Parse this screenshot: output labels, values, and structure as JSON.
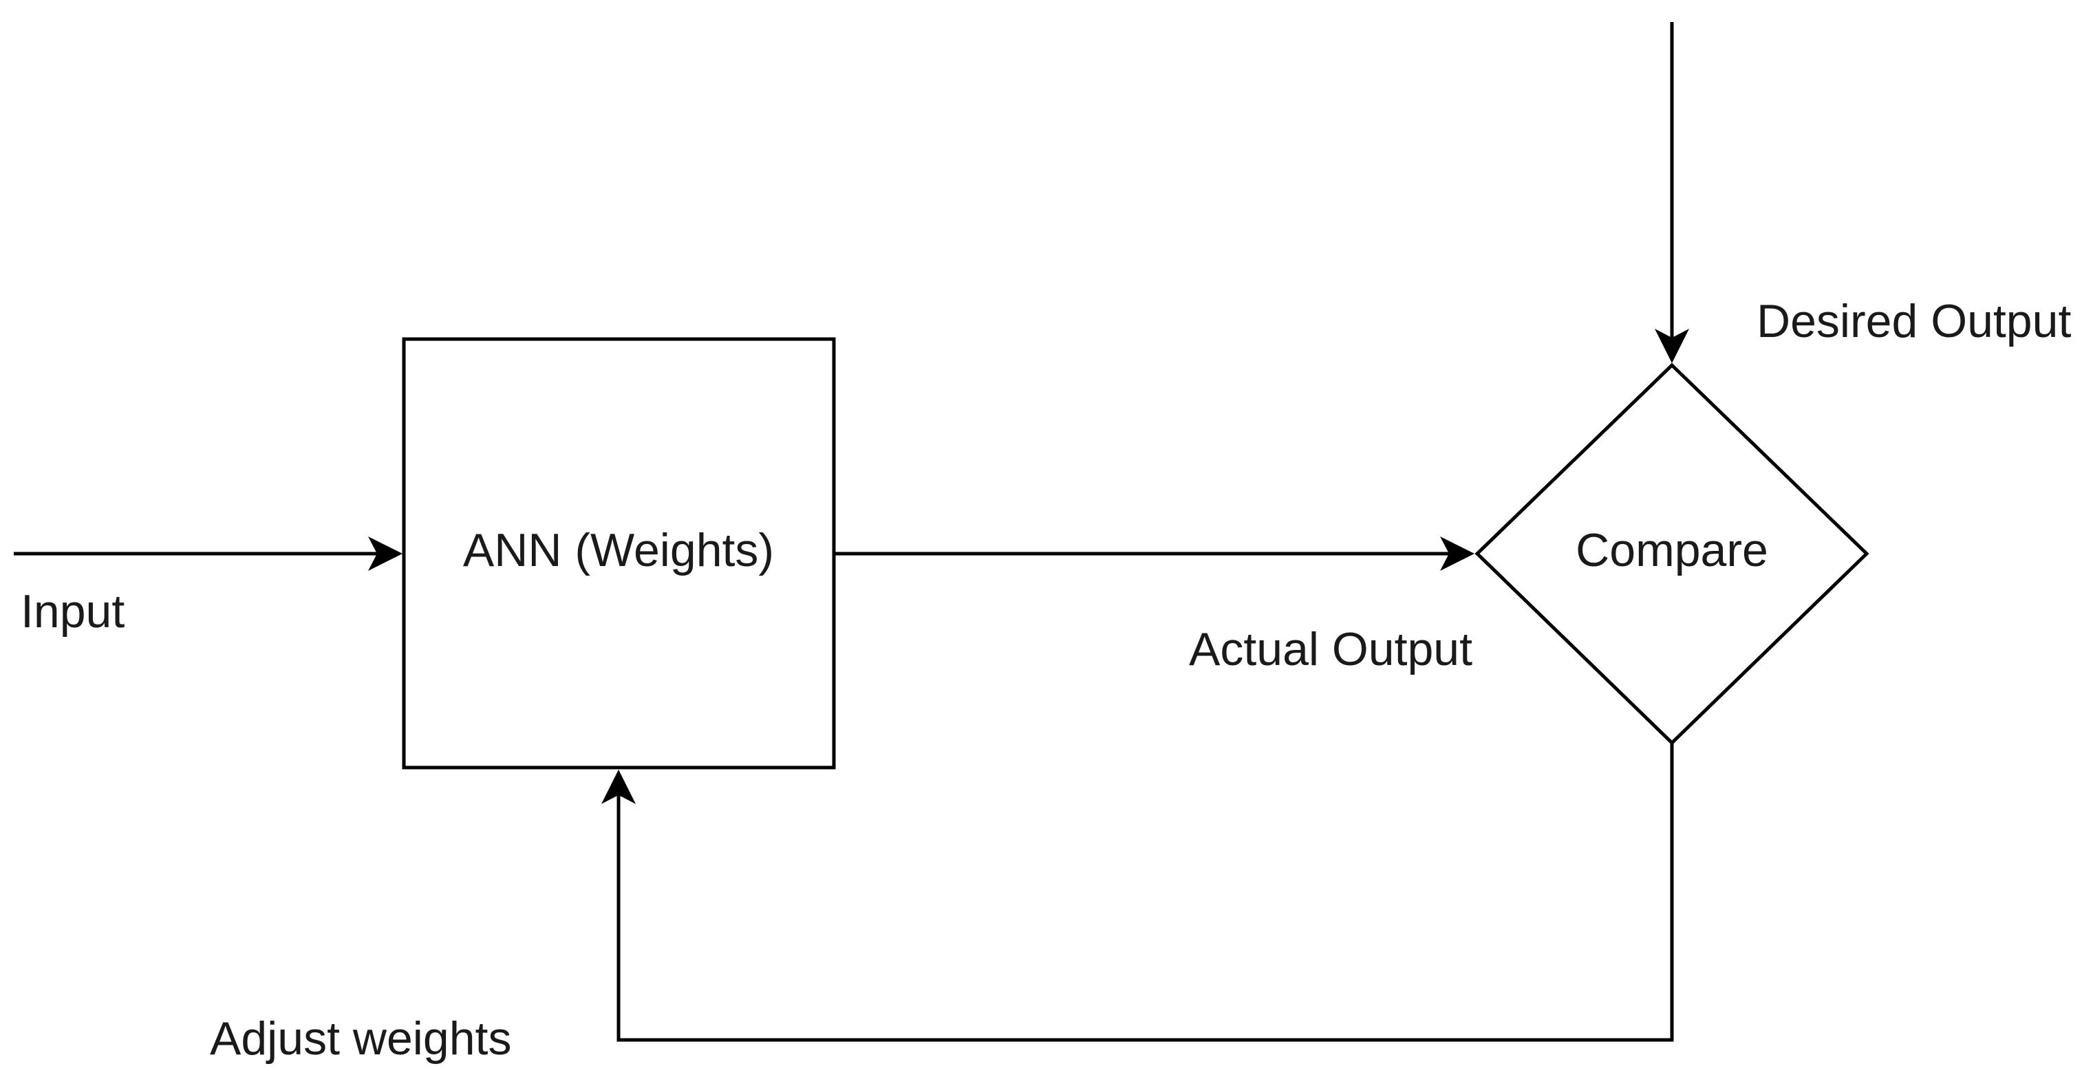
{
  "diagram": {
    "nodes": {
      "ann": {
        "label": "ANN (Weights)"
      },
      "compare": {
        "label": "Compare"
      }
    },
    "edges": {
      "input": {
        "label": "Input"
      },
      "actual_output": {
        "label": "Actual Output"
      },
      "desired_output": {
        "label": "Desired Output"
      },
      "adjust_weights": {
        "label": "Adjust weights"
      }
    },
    "colors": {
      "stroke": "#000000",
      "text": "#1a1a1a",
      "background": "#ffffff"
    }
  }
}
